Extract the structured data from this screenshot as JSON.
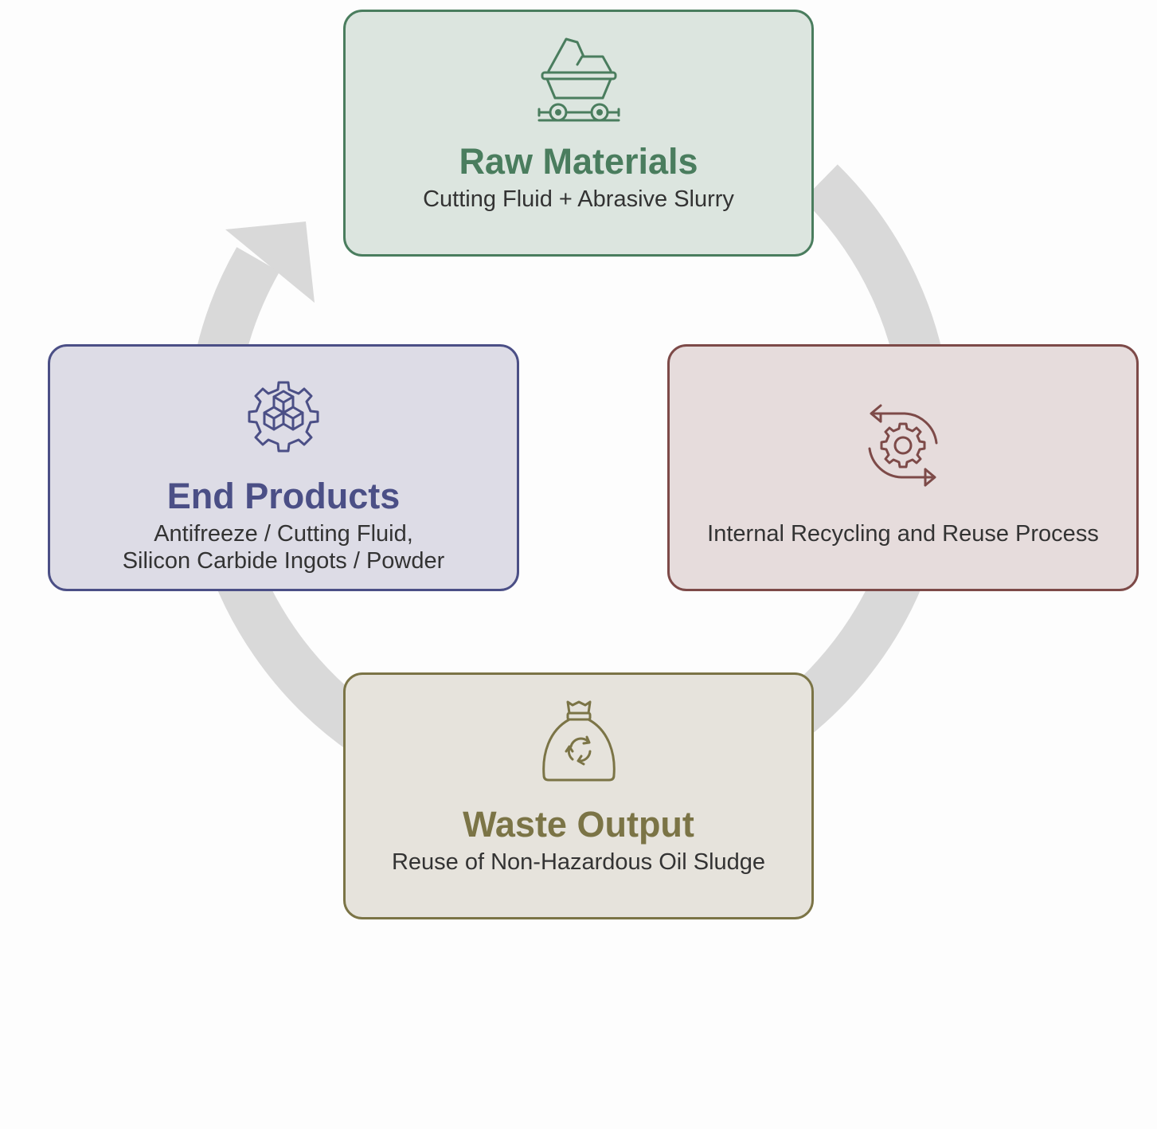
{
  "colors": {
    "ring": "#d9d9d9",
    "raw_materials": "#4a7d5e",
    "end_products": "#4b4f86",
    "recycling": "#7d4a48",
    "waste_output": "#7b7446",
    "body_text": "#333333"
  },
  "stages": {
    "raw_materials": {
      "icon": "mine-cart-icon",
      "title": "Raw Materials",
      "description": "Cutting Fluid + Abrasive Slurry"
    },
    "recycling": {
      "icon": "recycle-gear-icon",
      "description": "Internal Recycling and Reuse Process"
    },
    "waste_output": {
      "icon": "recycling-bag-icon",
      "title": "Waste Output",
      "description": "Reuse of Non-Hazardous Oil Sludge"
    },
    "end_products": {
      "icon": "gear-cubes-icon",
      "title": "End Products",
      "description_lines": [
        "Antifreeze / Cutting Fluid,",
        "Silicon Carbide Ingots / Powder"
      ]
    }
  }
}
